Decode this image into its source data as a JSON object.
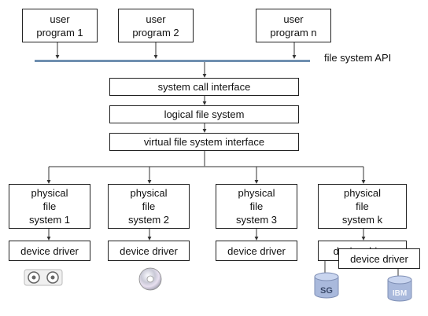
{
  "user_programs": [
    "user\nprogram 1",
    "user\nprogram 2",
    "user\nprogram n"
  ],
  "api_label": "file system API",
  "layers": {
    "syscall": "system call interface",
    "logical": "logical file system",
    "vfs": "virtual file system interface"
  },
  "physical_fs": [
    "physical\nfile\nsystem 1",
    "physical\nfile\nsystem 2",
    "physical\nfile\nsystem 3",
    "physical\nfile\nsystem k"
  ],
  "device_drivers": [
    "device driver",
    "device driver",
    "device driver",
    "device driver",
    "device driver"
  ],
  "devices": {
    "tape_icon": "tape-reels-icon",
    "cd_icon": "cd-disc-icon",
    "sg_label": "SG",
    "ibm_label": "IBM",
    "colors": {
      "cylinder": "#a9b9dc",
      "cylinder_top": "#c9d5ef",
      "api_bar": "#6f8fb0",
      "arrow": "#333333"
    }
  }
}
